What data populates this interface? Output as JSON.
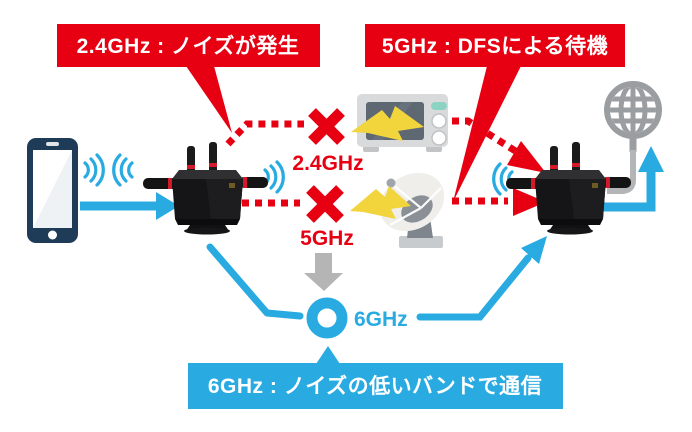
{
  "diagram_title": "wifi-band-interference-diagram",
  "callouts": {
    "noise24": {
      "text": "2.4GHz : ノイズが発生",
      "bg": "#E60012",
      "fg": "#FFFFFF"
    },
    "dfs5": {
      "text": "5GHz : DFSによる待機",
      "bg": "#E60012",
      "fg": "#FFFFFF"
    },
    "band6": {
      "text": "6GHz : ノイズの低いバンドで通信",
      "bg": "#29ABE2",
      "fg": "#FFFFFF"
    }
  },
  "band_labels": {
    "b24": "2.4GHz",
    "b5": "5GHz",
    "b6": "6GHz"
  },
  "icons": [
    "smartphone-icon",
    "wifi-waves-icon",
    "router-icon",
    "microwave-oven-icon",
    "satellite-dish-icon",
    "lightning-bolt-icon",
    "globe-internet-icon",
    "cross-x-icon",
    "down-arrow-icon",
    "6ghz-ring-icon",
    "blue-arrow-icon"
  ],
  "colors": {
    "red": "#E60012",
    "blue": "#29ABE2",
    "gray_arrow": "#B5B5B5",
    "globe_gray": "#9B9EA0",
    "cable_gray": "#B3B5B6",
    "phone_navy": "#1E3C58",
    "lightning_yellow": "#F2D43D",
    "router_black": "#151517",
    "background": "#FFFFFF"
  }
}
